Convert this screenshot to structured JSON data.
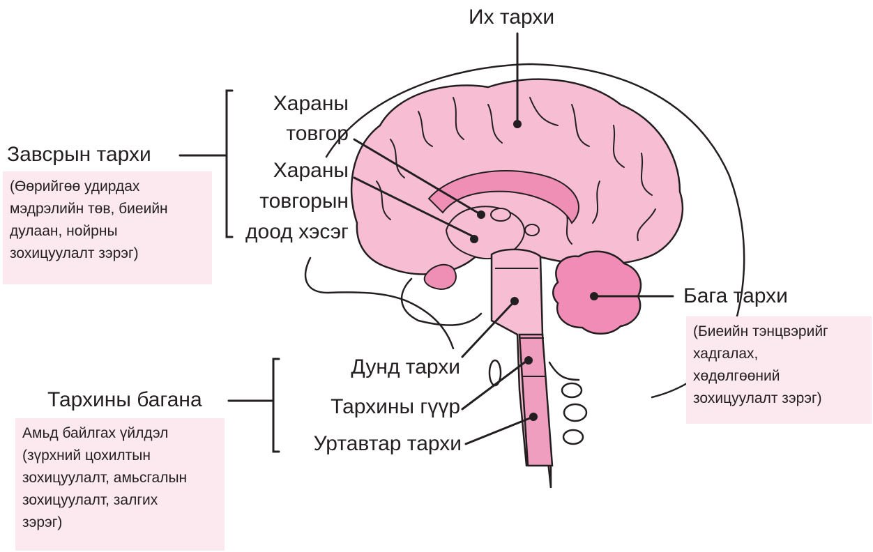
{
  "labels": {
    "cerebrum": "Их тархи",
    "thalamus_line1": "Хараны",
    "thalamus_line2": "товгор",
    "hypothalamus_line1": "Хараны",
    "hypothalamus_line2": "товгорын",
    "hypothalamus_line3": "доод хэсэг",
    "diencephalon": "Завсрын тархи",
    "cerebellum": "Бага тархи",
    "midbrain": "Дунд тархи",
    "pons": "Тархины гүүр",
    "medulla": "Уртавтар тархи",
    "brainstem": "Тархины багана"
  },
  "notes": {
    "diencephalon": [
      "(Өөрийгөө удирдах",
      "мэдрэлийн төв, биеийн",
      "дулаан, нойрны",
      "зохицуулалт зэрэг)"
    ],
    "cerebellum": [
      "(Биеийн тэнцвэрийг",
      "хадгалах,",
      "хөдөлгөөний",
      "зохицуулалт зэрэг)"
    ],
    "brainstem": [
      "Амьд байлгах үйлдэл",
      "(зүрхний цохилтын",
      "зохицуулалт, амьсгалын",
      "зохицуулалт, залгих",
      "зэрэг)"
    ]
  },
  "colors": {
    "brain": "#f6bdd3",
    "brain_dark": "#ef8fb6",
    "cerebellum": "#f08cb5",
    "outline": "#231f20",
    "note_bg": "#fce8ef"
  }
}
